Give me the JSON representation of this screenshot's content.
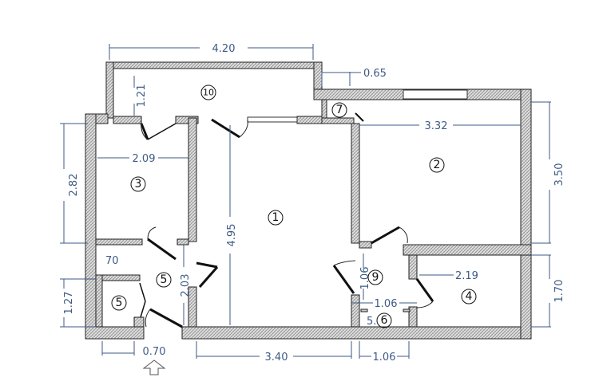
{
  "rooms": [
    "10",
    "7",
    "2",
    "3",
    "1",
    "5",
    "5",
    "9",
    "4",
    "6"
  ],
  "dimensions": [
    "4.20",
    "0.65",
    "1.21",
    "3.32",
    "3.50",
    "2.82",
    "2.09",
    "4.95",
    "70",
    "1.27",
    "2.03",
    "1.06",
    "2.19",
    "1.70",
    "1.06",
    "5.",
    "0.70",
    "3.40",
    "1.06"
  ],
  "colors": {
    "dimension": "#3d5a86",
    "wall_hatch": "#9a9a9a"
  },
  "entrance_icon": "arrow-up-outline-icon"
}
